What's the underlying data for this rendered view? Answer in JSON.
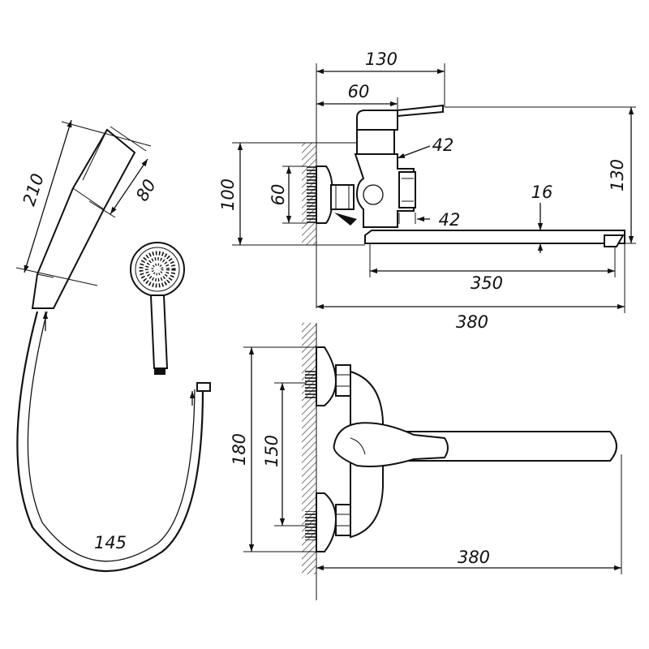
{
  "dimensions": {
    "top_width": "130",
    "handle_offset": "60",
    "body_depth": "42",
    "outlet_depth": "42",
    "spout_thickness": "16",
    "overall_height": "130",
    "wall_height": "100",
    "inlet_spacing_side": "60",
    "spout_length": "350",
    "overall_length": "380",
    "plan_height": "180",
    "plan_inlet_spacing": "150",
    "plan_length": "380",
    "handshower_length": "210",
    "handshower_head_width": "80",
    "hose_length": "145"
  },
  "colors": {
    "line": "#111111",
    "hatch": "#555555",
    "background": "#ffffff"
  }
}
